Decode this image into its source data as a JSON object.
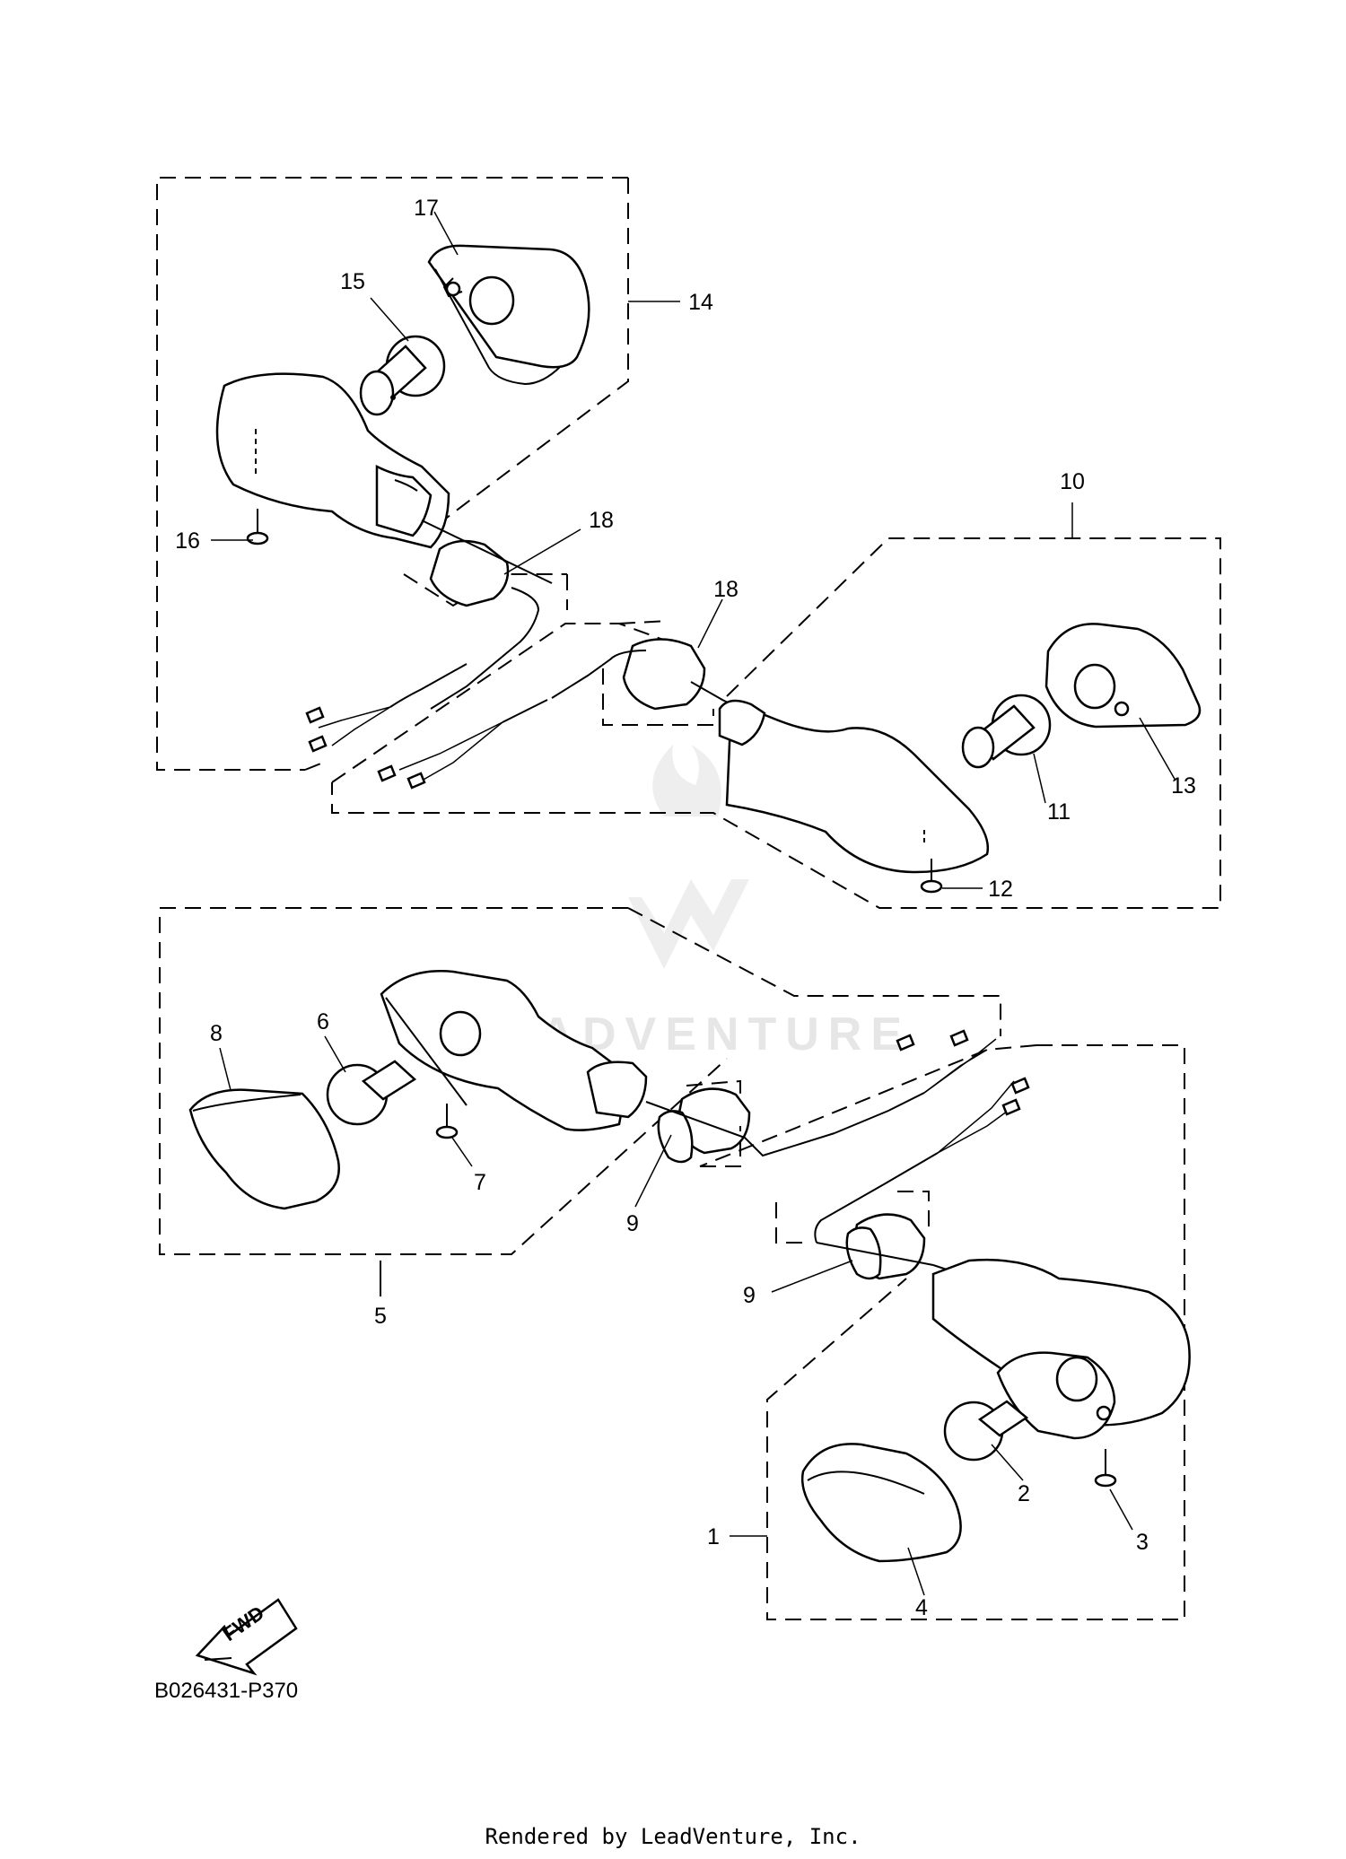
{
  "diagram": {
    "code": "B026431-P370",
    "footer": "Rendered by LeadVenture, Inc.",
    "watermark": "LEADVENTURE",
    "fwd_label": "FWD",
    "callouts": {
      "c1": "1",
      "c2": "2",
      "c3": "3",
      "c4": "4",
      "c5": "5",
      "c6": "6",
      "c7": "7",
      "c8": "8",
      "c9a": "9",
      "c9b": "9",
      "c10": "10",
      "c11": "11",
      "c12": "12",
      "c13": "13",
      "c14": "14",
      "c15": "15",
      "c16": "16",
      "c17": "17",
      "c18a": "18",
      "c18b": "18"
    }
  }
}
